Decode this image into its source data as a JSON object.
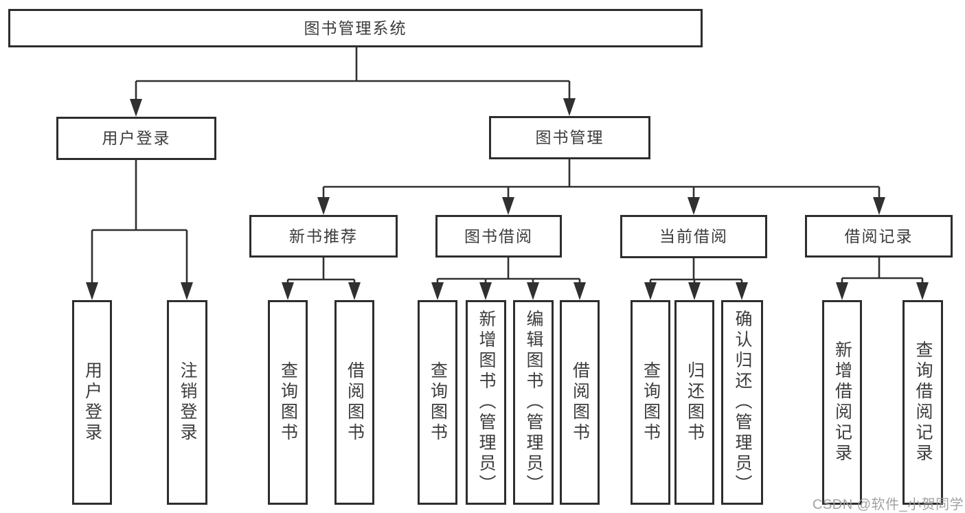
{
  "title": "图书管理系统",
  "tree": {
    "label": "图书管理系统",
    "children": [
      {
        "label": "用户登录",
        "children": [
          {
            "label": "用户登录"
          },
          {
            "label": "注销登录"
          }
        ]
      },
      {
        "label": "图书管理",
        "children": [
          {
            "label": "新书推荐",
            "children": [
              {
                "label": "查询图书"
              },
              {
                "label": "借阅图书"
              }
            ]
          },
          {
            "label": "图书借阅",
            "children": [
              {
                "label": "查询图书"
              },
              {
                "label": "新增图书（管理员）"
              },
              {
                "label": "编辑图书（管理员）"
              },
              {
                "label": "借阅图书"
              }
            ]
          },
          {
            "label": "当前借阅",
            "children": [
              {
                "label": "查询图书"
              },
              {
                "label": "归还图书"
              },
              {
                "label": "确认归还（管理员）"
              }
            ]
          },
          {
            "label": "借阅记录",
            "children": [
              {
                "label": "新增借阅记录"
              },
              {
                "label": "查询借阅记录"
              }
            ]
          }
        ]
      }
    ]
  },
  "watermark": "CSDN @软件_小贺同学",
  "colors": {
    "line": "#303030",
    "box_border": "#2d2d2d",
    "text": "#3c3c3c",
    "watermark": "#9e9e9e",
    "background": "#ffffff"
  }
}
